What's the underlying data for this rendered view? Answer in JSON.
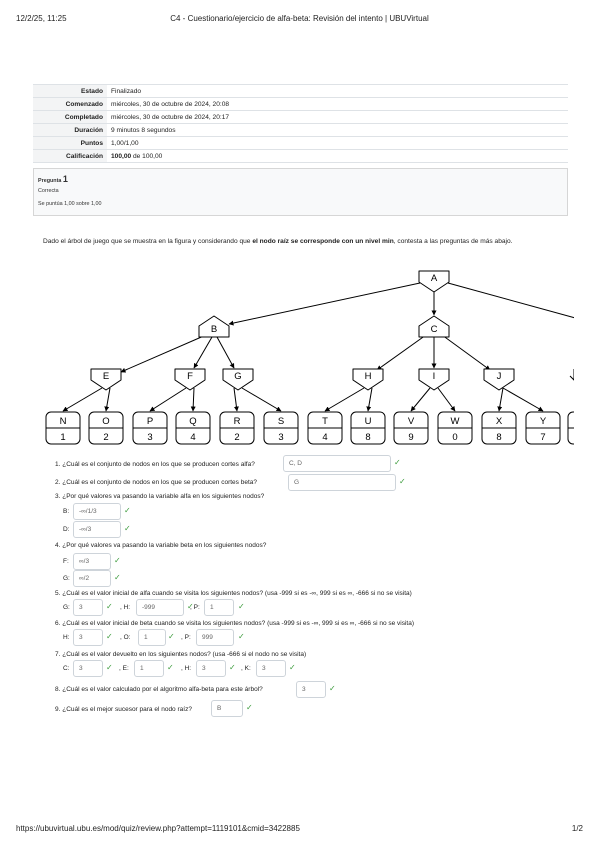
{
  "print_header": {
    "date": "12/2/25, 11:25",
    "title": "C4 - Cuestionario/ejercicio de alfa-beta: Revisión del intento | UBUVirtual"
  },
  "print_footer": {
    "url": "https://ubuvirtual.ubu.es/mod/quiz/review.php?attempt=1119101&cmid=3422885",
    "page": "1/2"
  },
  "summary": [
    {
      "label": "Estado",
      "value": "Finalizado"
    },
    {
      "label": "Comenzado",
      "value": "miércoles, 30 de octubre de 2024, 20:08"
    },
    {
      "label": "Completado",
      "value": "miércoles, 30 de octubre de 2024, 20:17"
    },
    {
      "label": "Duración",
      "value": "9 minutos 8 segundos"
    },
    {
      "label": "Puntos",
      "value": "1,00/1,00"
    },
    {
      "label": "Calificación",
      "value_bold": "100,00",
      "value": " de 100,00"
    }
  ],
  "question_info": {
    "prefix": "Pregunta ",
    "number": "1",
    "state": "Correcta",
    "grade": "Se puntúa 1,00 sobre 1,00"
  },
  "question_text": {
    "before": "Dado el árbol de juego que se muestra en la figura y considerando que ",
    "bold": "el nodo raíz se corresponde con un nivel min",
    "after": ", contesta a las preguntas de más abajo."
  },
  "tree": {
    "root": "A",
    "level1": [
      "B",
      "C"
    ],
    "level2": [
      "E",
      "F",
      "G",
      "H",
      "I",
      "J"
    ],
    "leaves": [
      {
        "name": "N",
        "value": "1"
      },
      {
        "name": "O",
        "value": "2"
      },
      {
        "name": "P",
        "value": "3"
      },
      {
        "name": "Q",
        "value": "4"
      },
      {
        "name": "R",
        "value": "2"
      },
      {
        "name": "S",
        "value": "3"
      },
      {
        "name": "T",
        "value": "4"
      },
      {
        "name": "U",
        "value": "8"
      },
      {
        "name": "V",
        "value": "9"
      },
      {
        "name": "W",
        "value": "0"
      },
      {
        "name": "X",
        "value": "8"
      },
      {
        "name": "Y",
        "value": "7"
      }
    ]
  },
  "questions": {
    "q1": {
      "text": "1. ¿Cuál es el conjunto de nodos en los que se producen cortes alfa?",
      "answer": "C, D"
    },
    "q2": {
      "text": "2. ¿Cuál es el conjunto de nodos en los que se producen cortes beta?",
      "answer": "G"
    },
    "q3": {
      "text": "3. ¿Por qué valores va pasando la variable alfa en los siguientes nodos?",
      "b_label": "B:",
      "b_value": "-∞/1/3",
      "d_label": "D:",
      "d_value": "-∞/3"
    },
    "q4": {
      "text": "4. ¿Por qué valores va pasando la variable beta en los siguientes nodos?",
      "f_label": "F:",
      "f_value": "∞/3",
      "g_label": "G:",
      "g_value": "∞/2"
    },
    "q5": {
      "text": "5. ¿Cuál es el valor inicial de alfa cuando se visita los siguientes nodos? (usa -999 si es -∞, 999 si es ∞, -666 si no se visita)",
      "l1": "G:",
      "v1": "3",
      "l2": ", H:",
      "v2": "-999",
      "l3": ", P:",
      "v3": "1"
    },
    "q6": {
      "text": "6. ¿Cuál es el valor inicial de beta cuando se visita los siguientes nodos? (usa -999 si es -∞, 999 si es ∞, -666 si no se visita)",
      "l1": "H:",
      "v1": "3",
      "l2": ", O:",
      "v2": "1",
      "l3": ", P:",
      "v3": "999"
    },
    "q7": {
      "text": "7. ¿Cuál es el valor devuelto en los siguientes nodos? (usa -666 si el nodo no se visita)",
      "l1": "C:",
      "v1": "3",
      "l2": ", E:",
      "v2": "1",
      "l3": ", H:",
      "v3": "3",
      "l4": ", K:",
      "v4": "3"
    },
    "q8": {
      "text": "8. ¿Cuál es el valor calculado por el algoritmo alfa-beta para este árbol?",
      "answer": "3"
    },
    "q9": {
      "text": "9. ¿Cuál es el mejor sucesor para el nodo raíz?",
      "answer": "B"
    },
    "check_glyph": "✓",
    "check_color": "#3a9a3a"
  }
}
